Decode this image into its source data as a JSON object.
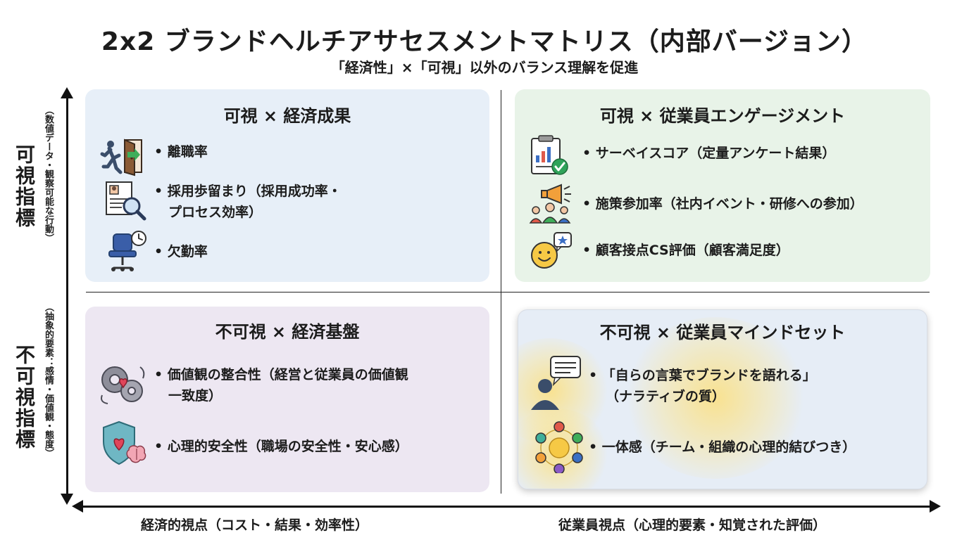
{
  "title": "2x2 ブランドヘルチアサセスメントマトリス（内部バージョン）",
  "subtitle": "「経済性」×「可視」以外のバランス理解を促進",
  "y_axis": {
    "top_label": "可視指標",
    "top_sub": "（数値データ・観察可能な行動）",
    "bottom_label": "不可視指標",
    "bottom_sub": "（抽象的要素：感情・価値観・態度）"
  },
  "x_axis": {
    "left_label": "経済的視点（コスト・結果・効率性）",
    "right_label": "従業員視点（心理的要素・知覚された評価）"
  },
  "quadrants": {
    "top_left": {
      "title": "可視 × 経済成果",
      "items": [
        "• 離職率",
        "• 採用歩留まり（採用成功率・",
        "プロセス効率）",
        "• 欠勤率"
      ]
    },
    "top_right": {
      "title": "可視 × 従業員エンゲージメント",
      "items": [
        "• サーベイスコア（定量アンケート結果）",
        "• 施策参加率（社内イベント・研修への参加）",
        "• 顧客接点CS評価（顧客満足度）"
      ]
    },
    "bottom_left": {
      "title": "不可視 × 経済基盤",
      "items": [
        "• 価値観の整合性（経営と従業員の価値観",
        "一致度）",
        "• 心理的安全性（職場の安全性・安心感）"
      ]
    },
    "bottom_right": {
      "title": "不可視 × 従業員マインドセット",
      "items": [
        "• 「自らの言葉でブランドを語れる」",
        "（ナラティブの質）",
        "• 一体感（チーム・組織の心理的結びつき）"
      ]
    }
  }
}
